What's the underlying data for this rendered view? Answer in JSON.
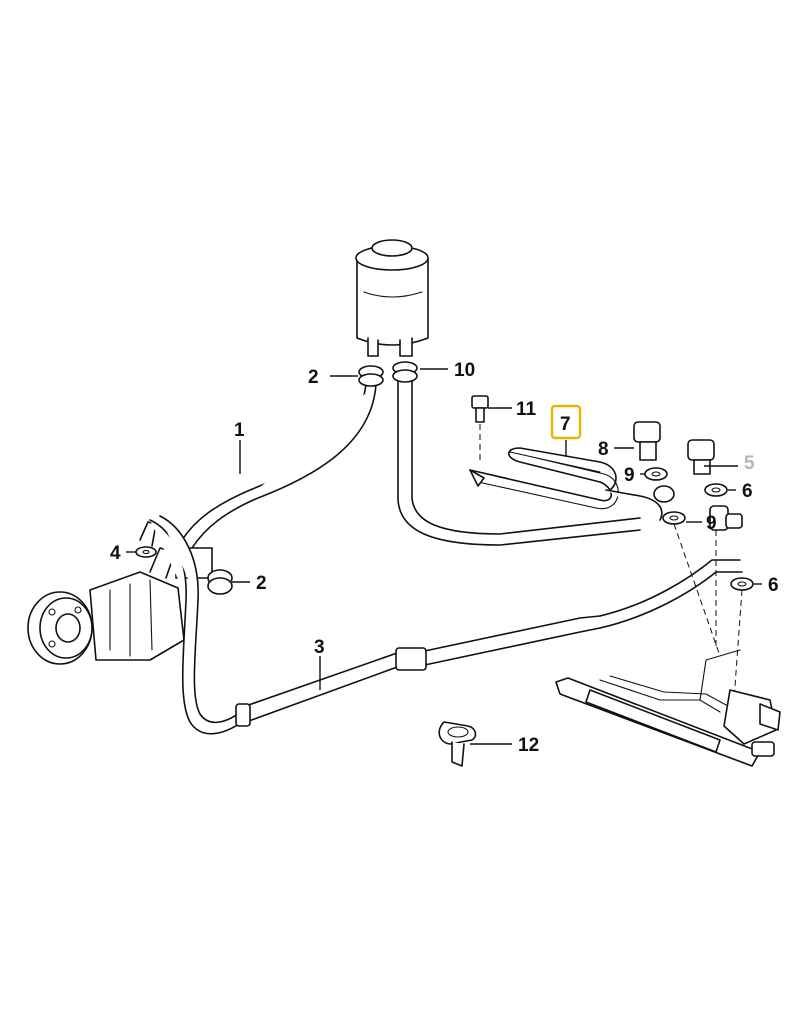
{
  "callouts": {
    "c1": "1",
    "c2a": "2",
    "c2b": "2",
    "c3": "3",
    "c4": "4",
    "c5": "5",
    "c6a": "6",
    "c6b": "6",
    "c7": "7",
    "c8": "8",
    "c9a": "9",
    "c9b": "9",
    "c10": "10",
    "c11": "11",
    "c12": "12"
  },
  "highlight_color": "#e8b400",
  "dimmed_color": "#b5b5b5"
}
